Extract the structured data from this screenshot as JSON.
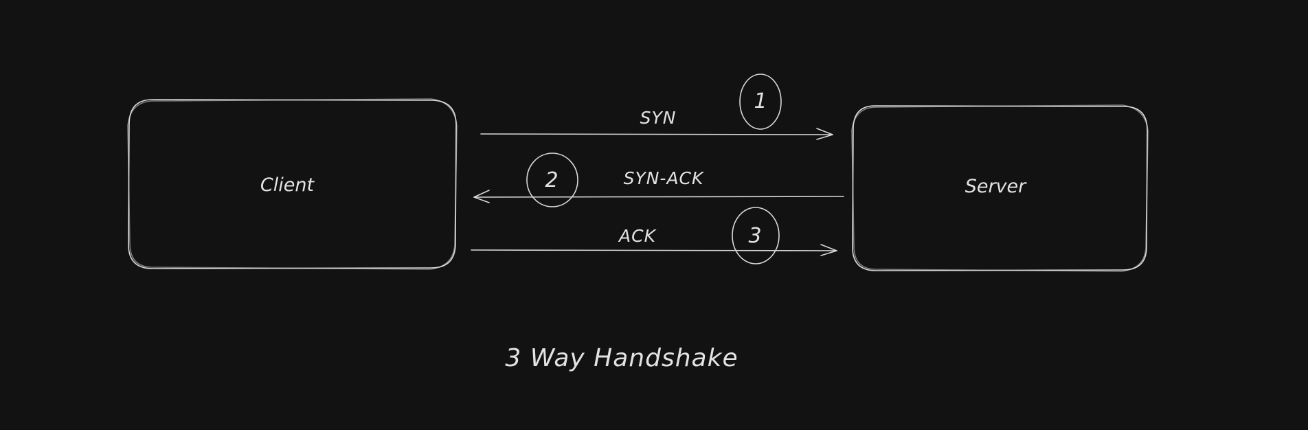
{
  "nodes": {
    "client": "Client",
    "server": "Server"
  },
  "messages": {
    "syn": {
      "label": "SYN",
      "step": "1"
    },
    "synack": {
      "label": "SYN-ACK",
      "step": "2"
    },
    "ack": {
      "label": "ACK",
      "step": "3"
    }
  },
  "caption": "3 Way Handshake",
  "colors": {
    "background": "#121212",
    "stroke": "#d9d9d9",
    "text": "#e3e3e3"
  }
}
